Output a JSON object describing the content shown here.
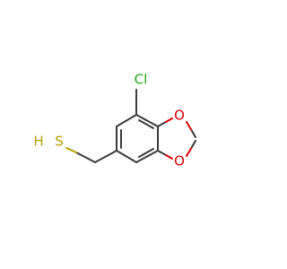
{
  "molecule": {
    "atoms": {
      "chlorine": {
        "label": "Cl",
        "color": "#22a816"
      },
      "oxygen_top": {
        "label": "O",
        "color": "#e00000"
      },
      "oxygen_bottom": {
        "label": "O",
        "color": "#e00000"
      },
      "sulfur": {
        "label": "S",
        "color": "#b5a000"
      },
      "hydrogen": {
        "label": "H",
        "color": "#b5a000"
      }
    },
    "bond_color": "#3a3a3a"
  }
}
